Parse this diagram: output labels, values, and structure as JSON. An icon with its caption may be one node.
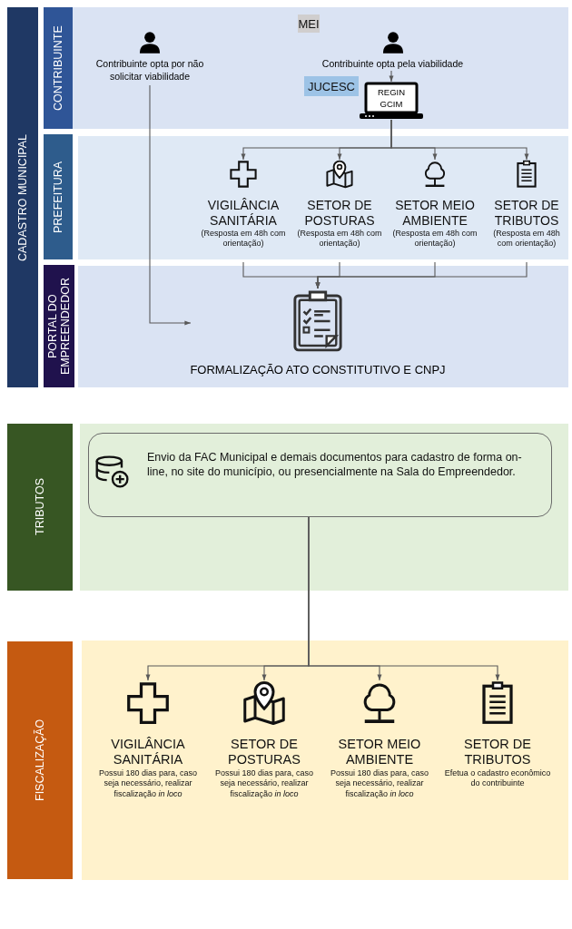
{
  "diagram": {
    "nodes": [
      {
        "text": [
          "CADASTRO MUNICIPAL"
        ]
      },
      {
        "text": [
          "CONTRIBUINTE"
        ]
      },
      {
        "text": [
          "PREFEITURA"
        ]
      },
      {
        "text": [
          "PORTAL DO EMPREENDEDOR"
        ]
      },
      {
        "text": [
          "TRIBUTOS"
        ]
      },
      {
        "text": [
          "FISCALIZAÇÃO"
        ]
      },
      {
        "text": [
          "MEI"
        ]
      },
      {
        "text": [
          "Contribuinte opta por não solicitar viabilidade"
        ]
      },
      {
        "text": [
          "Contribuinte opta pela viabilidade"
        ]
      },
      {
        "text": [
          "JUCESC"
        ]
      },
      {
        "text": [
          "REGIN GCIM"
        ]
      },
      {
        "text": [
          "VIGILÂNCIA SANITÁRIA",
          "(Resposta em 48h com orientação)"
        ]
      },
      {
        "text": [
          "SETOR DE POSTURAS",
          "(Resposta em 48h com orientação)"
        ]
      },
      {
        "text": [
          "SETOR MEIO AMBIENTE",
          "(Resposta em 48h com orientação)"
        ]
      },
      {
        "text": [
          "SETOR DE TRIBUTOS",
          "(Resposta em 48h com orientação)"
        ]
      },
      {
        "text": [
          "FORMALIZAÇÃO ATO CONSTITUTIVO E CNPJ"
        ]
      },
      {
        "text": [
          "Envio da FAC Municipal e demais documentos para cadastro de forma on-line, no site do município, ou presencialmente na Sala do Empreendedor."
        ]
      },
      {
        "text": [
          "VIGILÂNCIA SANITÁRIA",
          "Possui 180 dias para, caso seja necessário, realizar fiscalização *in loco*"
        ]
      },
      {
        "text": [
          "SETOR DE POSTURAS",
          "Possui 180 dias para, caso seja necessário, realizar fiscalização *in loco*"
        ]
      },
      {
        "text": [
          "SETOR MEIO AMBIENTE",
          "Possui 180 dias para, caso seja necessário, realizar fiscalização *in loco*"
        ]
      },
      {
        "text": [
          "SETOR DE TRIBUTOS",
          "Efetua o cadastro econômico do contribuinte"
        ]
      }
    ],
    "edges": [
      {
        "from": 7,
        "to": 15,
        "arrow": "to"
      },
      {
        "from": 8,
        "to": 10,
        "arrow": "to"
      },
      {
        "from": 10,
        "to": 11,
        "arrow": "to"
      },
      {
        "from": 10,
        "to": 12,
        "arrow": "to"
      },
      {
        "from": 10,
        "to": 13,
        "arrow": "to"
      },
      {
        "from": 10,
        "to": 14,
        "arrow": "to"
      },
      {
        "from": 11,
        "to": 15,
        "arrow": "to"
      },
      {
        "from": 12,
        "to": 15,
        "arrow": "to"
      },
      {
        "from": 13,
        "to": 15,
        "arrow": "to"
      },
      {
        "from": 14,
        "to": 15,
        "arrow": "to"
      },
      {
        "from": 16,
        "to": 17,
        "arrow": "to"
      },
      {
        "from": 16,
        "to": 18,
        "arrow": "to"
      },
      {
        "from": 16,
        "to": 19,
        "arrow": "to"
      },
      {
        "from": 16,
        "to": 20,
        "arrow": "to"
      }
    ]
  }
}
